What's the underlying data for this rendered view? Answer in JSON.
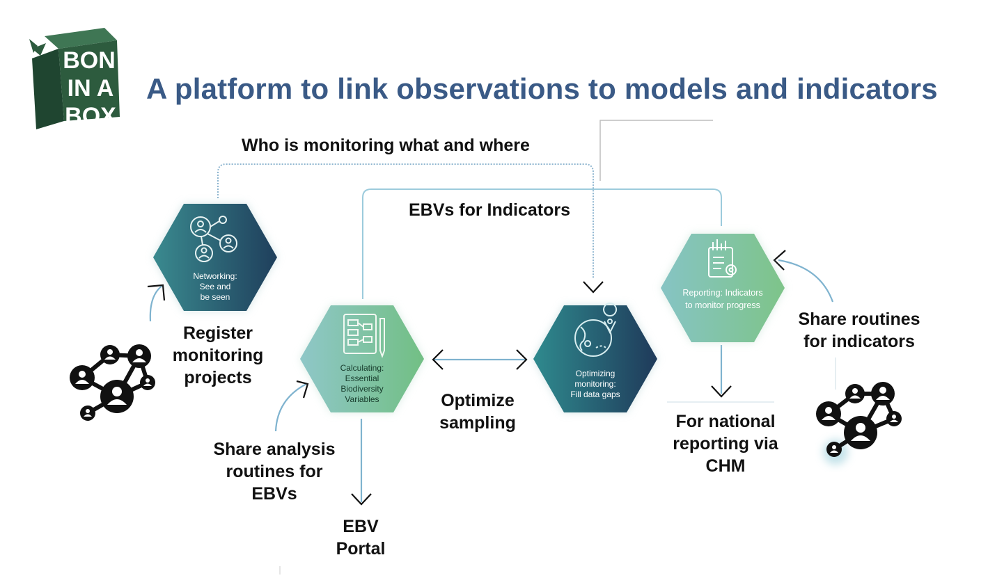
{
  "logo": {
    "lines": [
      "BON",
      "IN A",
      "BOX"
    ],
    "colors": {
      "box": "#2d5b3e",
      "box_dark": "#1f4530",
      "letters": "#ffffff"
    }
  },
  "title": "A platform to link observations to models and indicators",
  "colors": {
    "title": "#3a5a86",
    "connector": "#8fc0d6",
    "arrow": "#111111",
    "hex_teal": "#2f7d86",
    "hex_navy": "#1f3f5c",
    "hex_mint": "#7cc49a",
    "hex_light": "#8fc7c8"
  },
  "flows": {
    "who_monitoring": "Who is monitoring what and where",
    "ebvs_for_indicators": "EBVs for Indicators"
  },
  "nodes": {
    "networking": {
      "lines": [
        "Networking:",
        "See and",
        "be seen"
      ],
      "icon": "people-network-icon"
    },
    "calculating": {
      "lines": [
        "Calculating:",
        "Essential",
        "Biodiversity",
        "Variables"
      ],
      "icon": "flowchart-pencil-icon"
    },
    "optimizing": {
      "lines": [
        "Optimizing",
        "monitoring:",
        "Fill data gaps"
      ],
      "icon": "globe-pin-icon"
    },
    "reporting": {
      "lines": [
        "Reporting: Indicators",
        "to monitor progress"
      ],
      "icon": "report-chart-gear-icon"
    }
  },
  "labels": {
    "register": [
      "Register",
      "monitoring",
      "projects"
    ],
    "share_analysis": [
      "Share analysis",
      "routines for",
      "EBVs"
    ],
    "optimize_sampling": [
      "Optimize",
      "sampling"
    ],
    "ebv_portal": [
      "EBV",
      "Portal"
    ],
    "national_reporting": [
      "For national",
      "reporting via",
      "CHM"
    ],
    "share_indicators": [
      "Share routines",
      "for indicators"
    ]
  }
}
